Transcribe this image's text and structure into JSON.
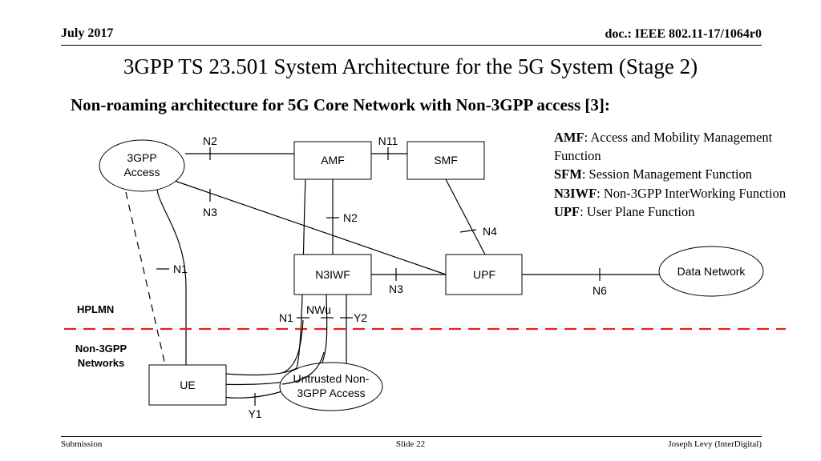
{
  "header": {
    "date": "July 2017",
    "doc": "doc.: IEEE 802.11-17/1064r0"
  },
  "title": "3GPP TS 23.501 System Architecture for the 5G System (Stage 2)",
  "subtitle": "Non-roaming architecture for 5G Core Network with Non-3GPP access [3]:",
  "legend": [
    {
      "term": "AMF",
      "desc": ": Access and Mobility Management Function"
    },
    {
      "term": "SFM",
      "desc": ": Session Management Function"
    },
    {
      "term": "N3IWF",
      "desc": ": Non-3GPP InterWorking Function"
    },
    {
      "term": "UPF",
      "desc": ": User Plane Function"
    }
  ],
  "diagram": {
    "nodes": {
      "access3gpp_line1": "3GPP",
      "access3gpp_line2": "Access",
      "amf": "AMF",
      "smf": "SMF",
      "n3iwf": "N3IWF",
      "upf": "UPF",
      "data_network": "Data Network",
      "ue": "UE",
      "untrusted_line1": "Untrusted Non-",
      "untrusted_line2": "3GPP Access"
    },
    "interfaces": {
      "n2_top": "N2",
      "n11": "N11",
      "n3_left": "N3",
      "n2_mid": "N2",
      "n4": "N4",
      "n1_left": "N1",
      "n3_bottom": "N3",
      "n6": "N6",
      "n1_bottom": "N1",
      "nwu": "NWu",
      "y2": "Y2",
      "y1": "Y1"
    },
    "zones": {
      "hplmn": "HPLMN",
      "non3gpp_line1": "Non-3GPP",
      "non3gpp_line2": "Networks"
    },
    "colors": {
      "boundary": "#e8211c"
    }
  },
  "footer": {
    "left": "Submission",
    "center": "Slide 22",
    "right": "Joseph Levy (InterDigital)"
  }
}
